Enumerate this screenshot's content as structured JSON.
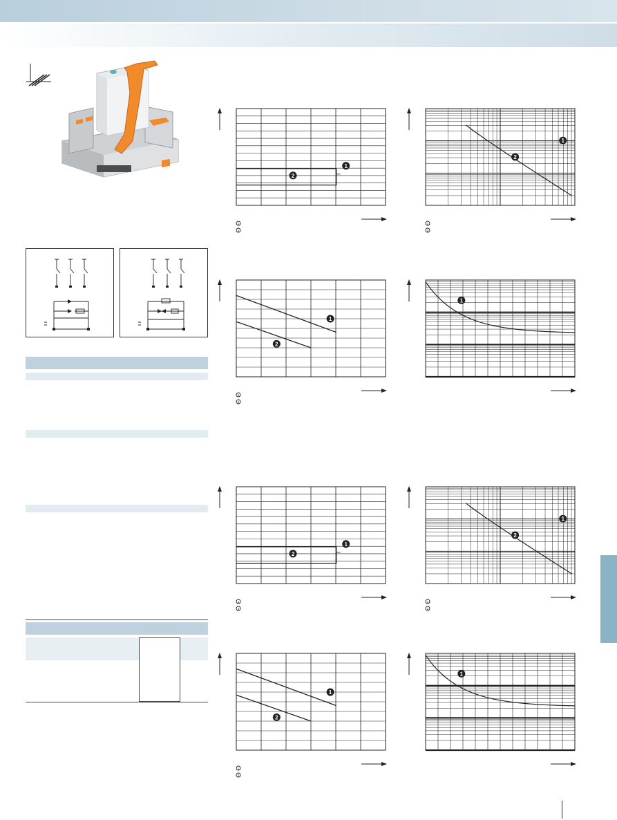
{
  "header": {
    "band_color": "#c6d8e3",
    "accent_color": "#8ab4c6"
  },
  "icons": [
    "mounting-rail-symbol-icon",
    "relay-module-photo",
    "circuit-diagram-1",
    "circuit-diagram-2",
    "axis-arrow-icon"
  ],
  "marker_labels": [
    "1",
    "2"
  ],
  "charts": [
    {
      "id": "chart-1",
      "type": "line",
      "scale": "linear",
      "grid": "on",
      "curve": "step",
      "marker_1": "1",
      "marker_2": "2"
    },
    {
      "id": "chart-2",
      "type": "line",
      "scale": "log-log",
      "grid": "on",
      "curve": "falling",
      "marker_1": "1",
      "marker_2": "2"
    },
    {
      "id": "chart-3",
      "type": "line",
      "scale": "linear",
      "grid": "on",
      "curve": "two falling lines",
      "marker_1": "1",
      "marker_2": "2"
    },
    {
      "id": "chart-4",
      "type": "line",
      "scale": "log",
      "grid": "on",
      "curve": "decay",
      "marker_1": "1"
    },
    {
      "id": "chart-5",
      "type": "line",
      "scale": "linear",
      "grid": "on",
      "curve": "step",
      "marker_1": "1",
      "marker_2": "2"
    },
    {
      "id": "chart-6",
      "type": "line",
      "scale": "log-log",
      "grid": "on",
      "curve": "falling",
      "marker_1": "1",
      "marker_2": "2"
    },
    {
      "id": "chart-7",
      "type": "line",
      "scale": "linear",
      "grid": "on",
      "curve": "two falling lines",
      "marker_1": "1",
      "marker_2": "2"
    },
    {
      "id": "chart-8",
      "type": "line",
      "scale": "log",
      "grid": "on",
      "curve": "decay",
      "marker_1": "1"
    }
  ]
}
